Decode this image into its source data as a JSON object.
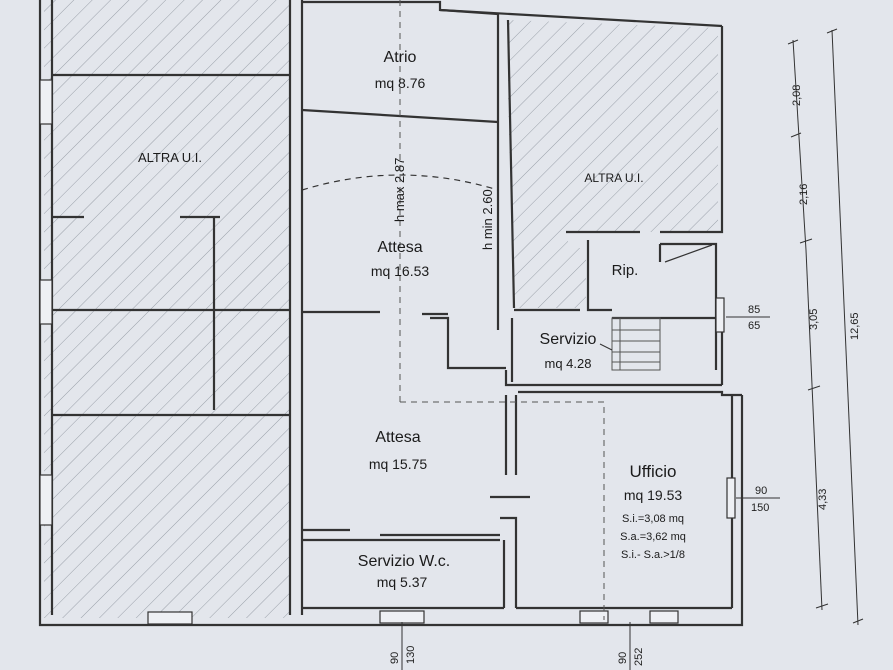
{
  "rooms": {
    "atrio": {
      "name": "Atrio",
      "area": "mq 8.76"
    },
    "attesa1": {
      "name": "Attesa",
      "area": "mq 16.53"
    },
    "attesa2": {
      "name": "Attesa",
      "area": "mq 15.75"
    },
    "servizio": {
      "name": "Servizio",
      "area": "mq 4.28"
    },
    "ripostiglio": {
      "name": "Rip."
    },
    "ufficio": {
      "name": "Ufficio",
      "area": "mq 19.53",
      "si": "S.i.=3,08 mq",
      "sa": "S.a.=3,62 mq",
      "ratio": "S.i.- S.a.>1/8"
    },
    "wc": {
      "name": "Servizio W.c.",
      "area": "mq 5.37"
    }
  },
  "other_units": {
    "left": "ALTRA U.I.",
    "right": "ALTRA U.I."
  },
  "heights": {
    "hmax": "h max 2.87",
    "hmin": "h min 2.60"
  },
  "window_dims": {
    "servizio_top": "85",
    "servizio_bottom": "65",
    "ufficio_top": "90",
    "ufficio_bottom": "150",
    "wc_a": "90",
    "wc_b": "130",
    "ufficio_a": "90",
    "ufficio_b": "252"
  },
  "dimensions": {
    "d1": "2,08",
    "d2": "2,16",
    "d3": "3,05",
    "d4": "4,33",
    "total": "12,65"
  },
  "colors": {
    "paper": "#e3e6ec",
    "ink": "#333333",
    "hatch": "#8e939c"
  }
}
